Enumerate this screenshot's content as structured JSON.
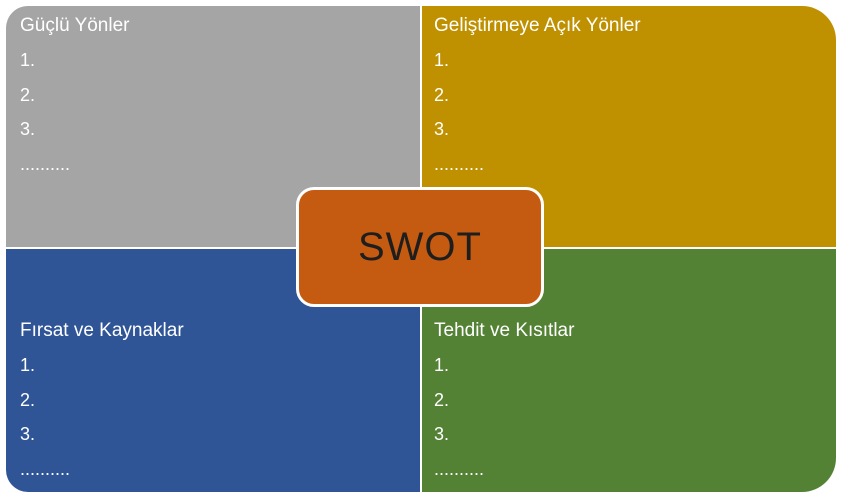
{
  "center": {
    "label": "SWOT",
    "color": "#c55a11"
  },
  "quadrants": [
    {
      "key": "strengths",
      "title": "Güçlü Yönler",
      "color": "#a5a5a5",
      "items": [
        "1.",
        "2.",
        "3.",
        ".........."
      ]
    },
    {
      "key": "weaknesses",
      "title": "Geliştirmeye Açık Yönler",
      "color": "#bf9000",
      "items": [
        "1.",
        "2.",
        "3.",
        ".........."
      ]
    },
    {
      "key": "opportunities",
      "title": "Fırsat ve Kaynaklar",
      "color": "#2f5597",
      "items": [
        "1.",
        "2.",
        "3.",
        ".........."
      ]
    },
    {
      "key": "threats",
      "title": "Tehdit ve Kısıtlar",
      "color": "#548235",
      "items": [
        "1.",
        "2.",
        "3.",
        ".........."
      ]
    }
  ]
}
